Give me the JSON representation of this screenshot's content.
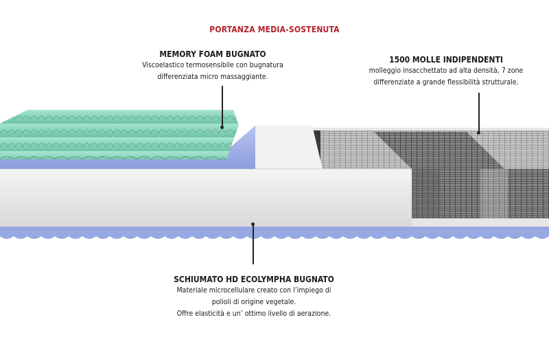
{
  "header": {
    "title": "PORTANZA MEDIA-SOSTENUTA"
  },
  "layers": {
    "memory_foam": {
      "title": "MEMORY FOAM BUGNATO",
      "lines": [
        "Viscoelastico termosensibile con bugnatura",
        "differenziata micro massaggiante."
      ]
    },
    "springs": {
      "title": "1500 MOLLE INDIPENDENTI",
      "lines": [
        "molleggio insacchettato ad alta densità, 7 zone",
        "differenziate a grande flessibilità strutturale."
      ]
    },
    "schiumato": {
      "title": "SCHIUMATO HD ECOLYMPHA BUGNATO",
      "lines": [
        "Materiale microcellulare creato con l’impiego di",
        "polioli di origine vegetale.",
        "Offre elasticità e un’ ottimo livello di aerazione."
      ]
    }
  },
  "colors": {
    "title_red": "#b3222a",
    "memory_foam_green": "#8fd9bf",
    "blue_layer": "#a6b4e8",
    "white_foam": "#eeeeee",
    "springs_grey": "#7a7a7a"
  }
}
